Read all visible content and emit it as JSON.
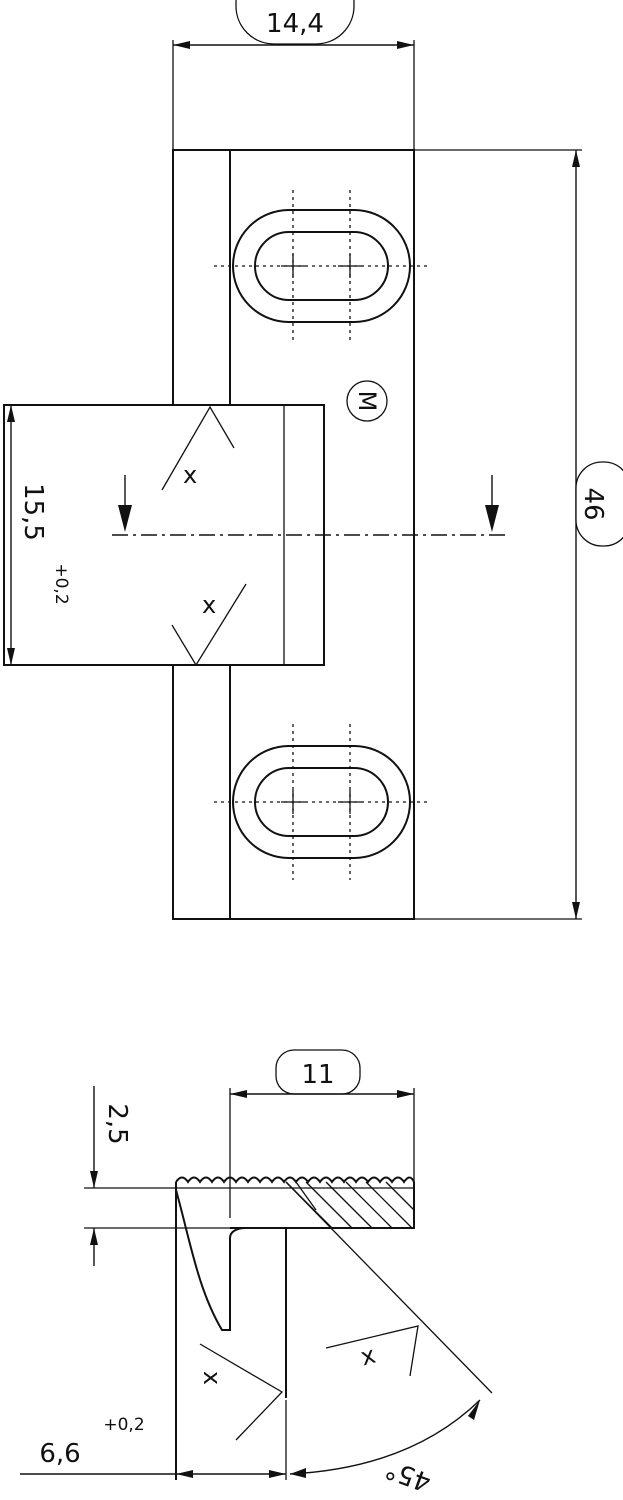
{
  "top_view": {
    "width_dim": "14,4",
    "height_dim": "46",
    "slot_dim": "15,5",
    "slot_tol": "+0,2",
    "surface_marks": [
      "x",
      "x"
    ],
    "stamp": "M"
  },
  "section_view": {
    "width_dim": "11",
    "depth_dim": "2,5",
    "gap_dim": "6,6",
    "gap_tol": "+0,2",
    "angle_dim": "45°",
    "surface_marks": [
      "x",
      "x"
    ]
  }
}
